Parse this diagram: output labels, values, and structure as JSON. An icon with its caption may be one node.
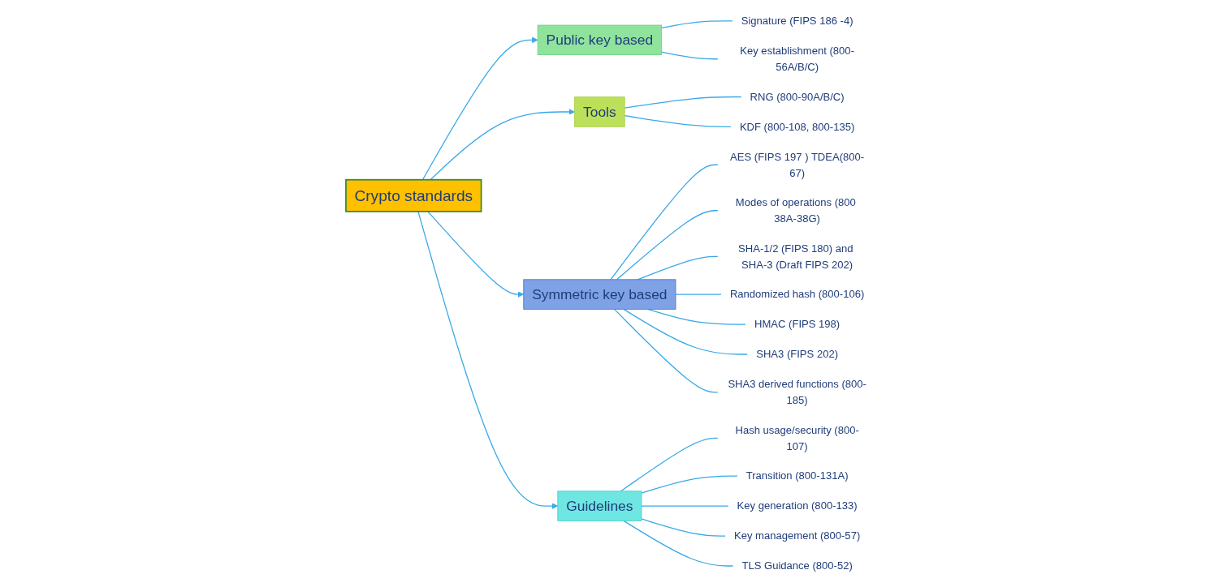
{
  "diagram": {
    "nodes": [
      {
        "text": [
          "Crypto standards"
        ]
      },
      {
        "text": [
          "Public key based"
        ]
      },
      {
        "text": [
          "Tools"
        ]
      },
      {
        "text": [
          "Symmetric key based"
        ]
      },
      {
        "text": [
          "Guidelines"
        ]
      },
      {
        "text": [
          "Signature (FIPS 186 -4)"
        ]
      },
      {
        "text": [
          "Key establishment (800-56A/B/C)"
        ]
      },
      {
        "text": [
          "RNG (800-90A/B/C)"
        ]
      },
      {
        "text": [
          "KDF (800-108, 800-135)"
        ]
      },
      {
        "text": [
          "AES (FIPS 197 ) TDEA(800-67)"
        ]
      },
      {
        "text": [
          "Modes of operations (800 38A-38G)"
        ]
      },
      {
        "text": [
          "SHA-1/2 (FIPS 180) and SHA-3 (Draft FIPS 202)"
        ]
      },
      {
        "text": [
          "Randomized hash (800-106)"
        ]
      },
      {
        "text": [
          "HMAC (FIPS 198)"
        ]
      },
      {
        "text": [
          "SHA3 (FIPS 202)"
        ]
      },
      {
        "text": [
          "SHA3 derived functions (800-185)"
        ]
      },
      {
        "text": [
          "Hash usage/security (800-107)"
        ]
      },
      {
        "text": [
          "Transition (800-131A)"
        ]
      },
      {
        "text": [
          "Key generation (800-133)"
        ]
      },
      {
        "text": [
          "Key management (800-57)"
        ]
      },
      {
        "text": [
          "TLS Guidance (800-52)"
        ]
      }
    ],
    "edges": [
      {
        "from": 0,
        "to": 1,
        "arrow": "to"
      },
      {
        "from": 0,
        "to": 2,
        "arrow": "to"
      },
      {
        "from": 0,
        "to": 3,
        "arrow": "to"
      },
      {
        "from": 0,
        "to": 4,
        "arrow": "to"
      },
      {
        "from": 1,
        "to": 5,
        "arrow": "none"
      },
      {
        "from": 1,
        "to": 6,
        "arrow": "none"
      },
      {
        "from": 2,
        "to": 7,
        "arrow": "none"
      },
      {
        "from": 2,
        "to": 8,
        "arrow": "none"
      },
      {
        "from": 3,
        "to": 9,
        "arrow": "none"
      },
      {
        "from": 3,
        "to": 10,
        "arrow": "none"
      },
      {
        "from": 3,
        "to": 11,
        "arrow": "none"
      },
      {
        "from": 3,
        "to": 12,
        "arrow": "none"
      },
      {
        "from": 3,
        "to": 13,
        "arrow": "none"
      },
      {
        "from": 3,
        "to": 14,
        "arrow": "none"
      },
      {
        "from": 3,
        "to": 15,
        "arrow": "none"
      },
      {
        "from": 4,
        "to": 16,
        "arrow": "none"
      },
      {
        "from": 4,
        "to": 17,
        "arrow": "none"
      },
      {
        "from": 4,
        "to": 18,
        "arrow": "none"
      },
      {
        "from": 4,
        "to": 19,
        "arrow": "none"
      },
      {
        "from": 4,
        "to": 20,
        "arrow": "none"
      }
    ]
  }
}
